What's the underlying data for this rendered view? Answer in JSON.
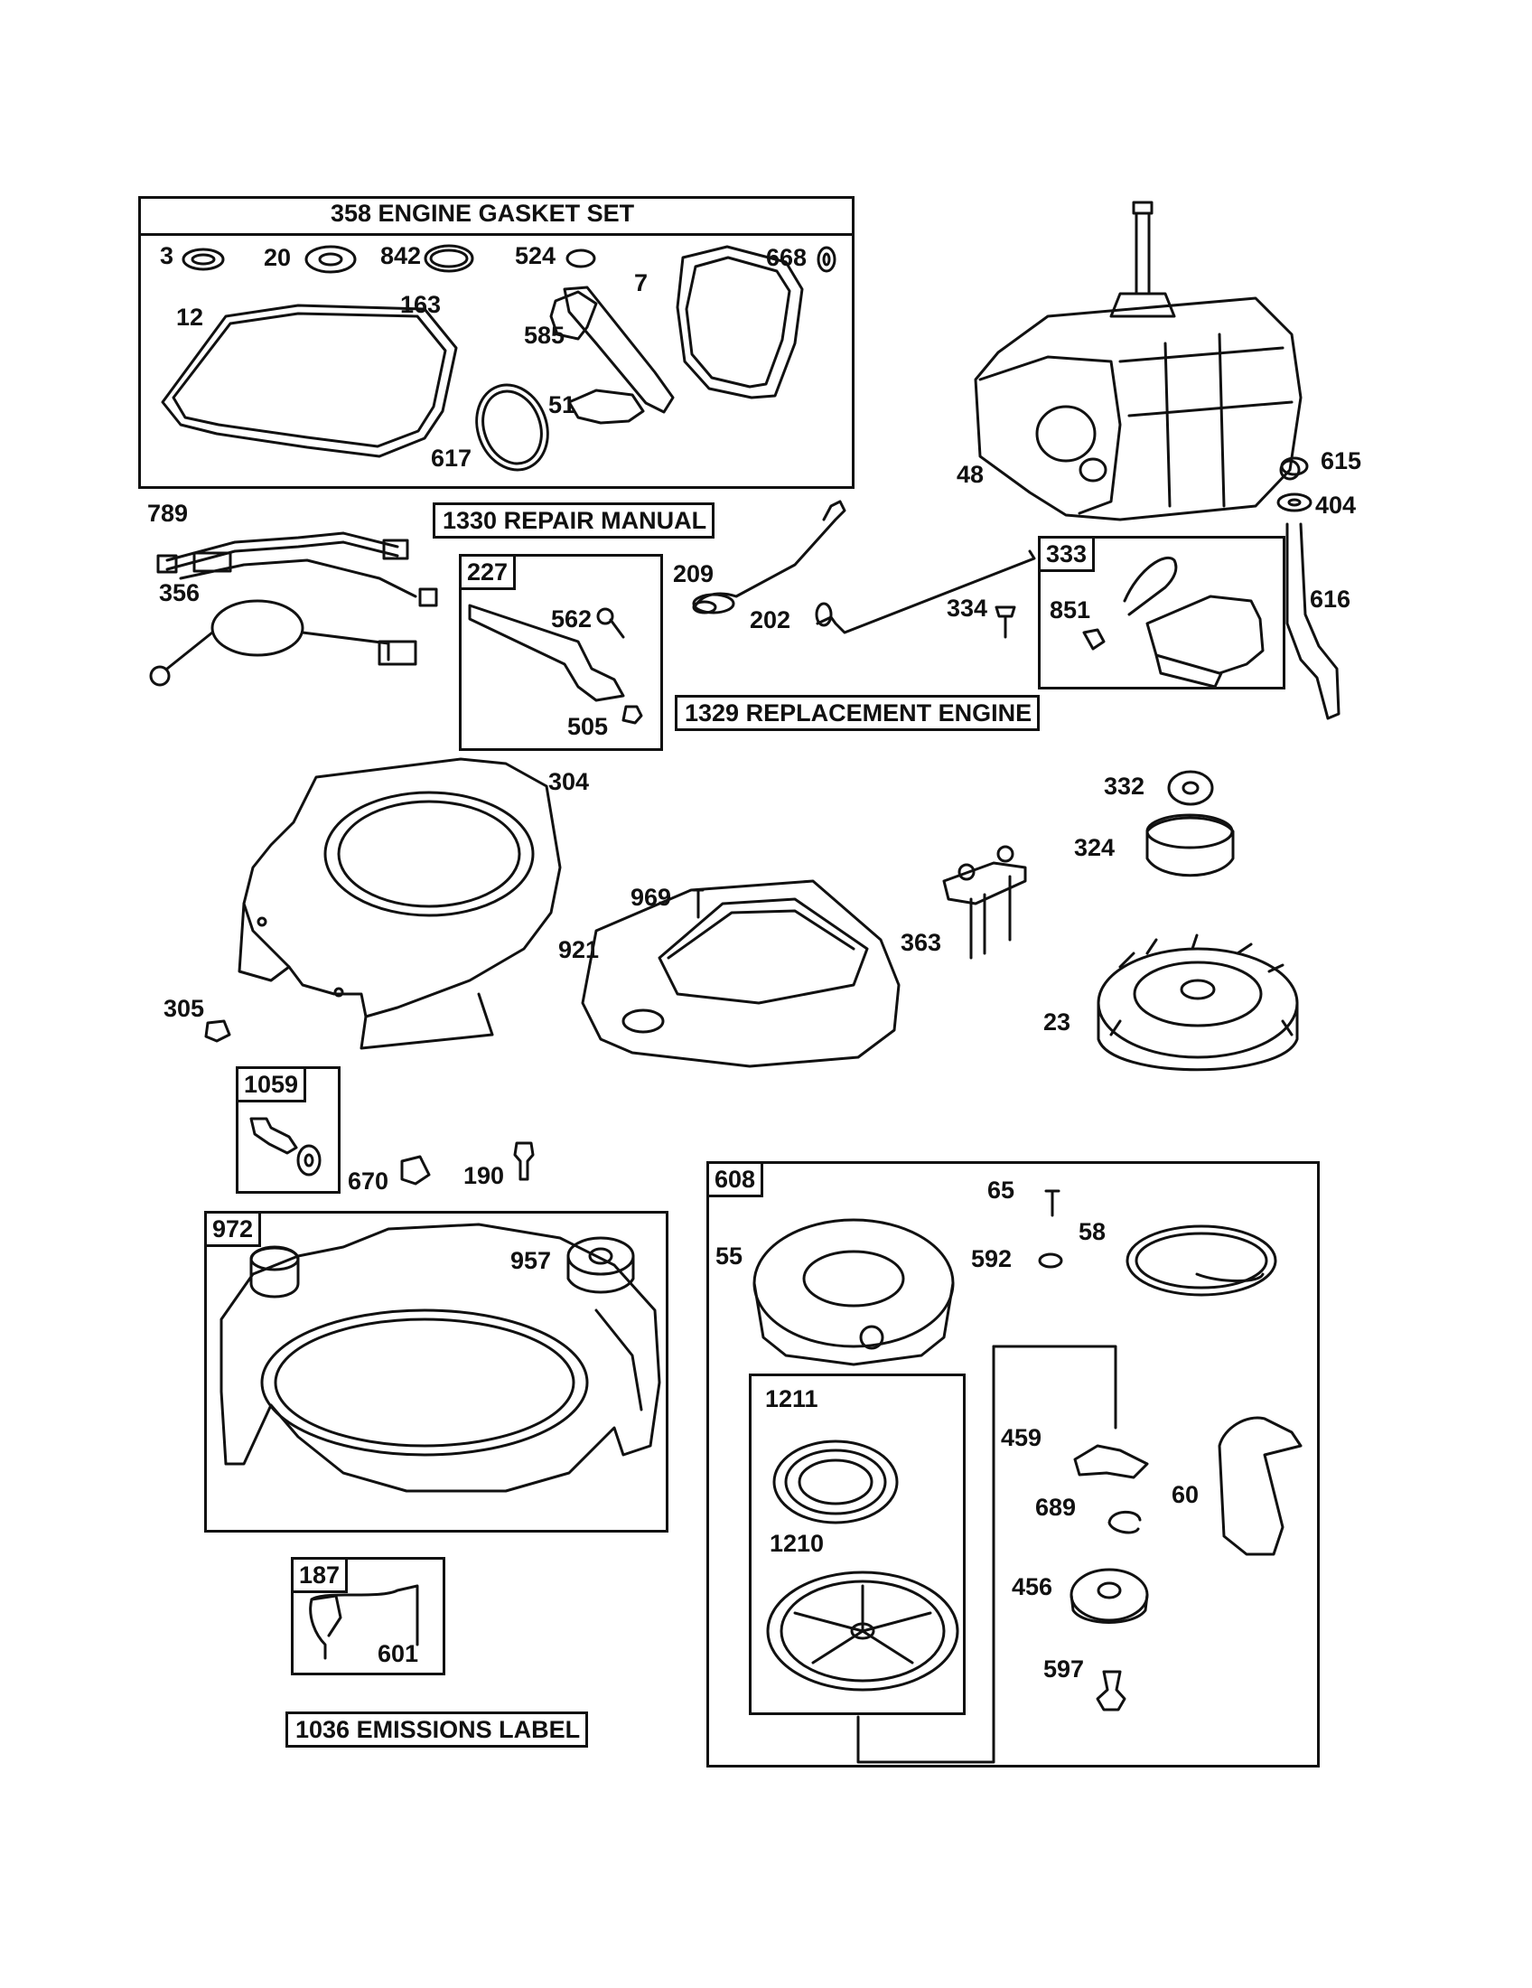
{
  "gasket_set": {
    "title": "358 ENGINE GASKET SET",
    "labels": [
      "3",
      "20",
      "842",
      "524",
      "7",
      "668",
      "12",
      "163",
      "585",
      "51",
      "617"
    ]
  },
  "manual_title": "1330 REPAIR MANUAL",
  "replacement_title": "1329 REPLACEMENT ENGINE",
  "emissions_title": "1036 EMISSIONS LABEL",
  "kits": {
    "k227": {
      "tag": "227",
      "labels": [
        "562",
        "505"
      ]
    },
    "k333": {
      "tag": "333",
      "labels": [
        "851"
      ]
    },
    "k1059": {
      "tag": "1059"
    },
    "k972": {
      "tag": "972",
      "labels": [
        "957"
      ]
    },
    "k187": {
      "tag": "187",
      "labels": [
        "601"
      ]
    },
    "k608": {
      "tag": "608",
      "labels": [
        "65",
        "58",
        "55",
        "592",
        "459",
        "60",
        "689",
        "456",
        "597"
      ]
    },
    "k1211": {
      "labels": [
        "1211",
        "1210"
      ]
    }
  },
  "loose_labels": {
    "l48": "48",
    "l615": "615",
    "l404": "404",
    "l616": "616",
    "l789": "789",
    "l356": "356",
    "l209": "209",
    "l202": "202",
    "l334": "334",
    "l304": "304",
    "l332": "332",
    "l324": "324",
    "l969": "969",
    "l921": "921",
    "l363": "363",
    "l23": "23",
    "l305": "305",
    "l670": "670",
    "l190": "190"
  }
}
